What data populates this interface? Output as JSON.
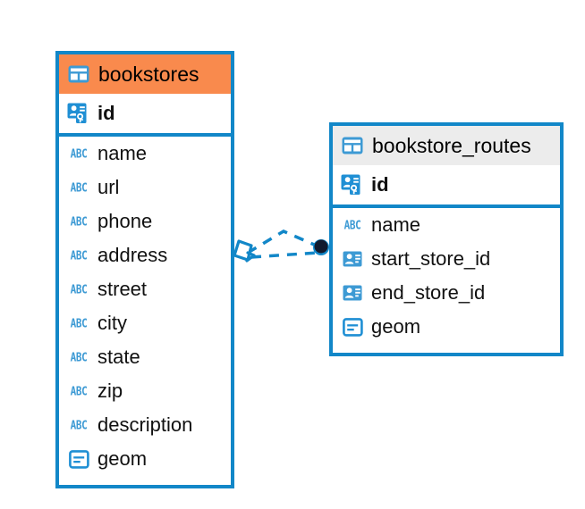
{
  "diagram": {
    "type": "entity-relationship-diagram",
    "background_color": "#ffffff",
    "border_color": "#1287c8",
    "accent_color": "#f98a4d",
    "neutral_header_color": "#ececec",
    "icon_color": "#3d9ad4",
    "connector_color": "#1287c8",
    "connector_endpoint_color": "#111a2e"
  },
  "entities": [
    {
      "name": "bookstores",
      "header_style": "accent",
      "table_icon": "table-icon",
      "primary_keys": [
        {
          "label": "id",
          "icon": "primary-key-icon",
          "bold": true
        }
      ],
      "fields": [
        {
          "label": "name",
          "icon": "text-type-icon",
          "icon_text": "ABC"
        },
        {
          "label": "url",
          "icon": "text-type-icon",
          "icon_text": "ABC"
        },
        {
          "label": "phone",
          "icon": "text-type-icon",
          "icon_text": "ABC"
        },
        {
          "label": "address",
          "icon": "text-type-icon",
          "icon_text": "ABC"
        },
        {
          "label": "street",
          "icon": "text-type-icon",
          "icon_text": "ABC"
        },
        {
          "label": "city",
          "icon": "text-type-icon",
          "icon_text": "ABC"
        },
        {
          "label": "state",
          "icon": "text-type-icon",
          "icon_text": "ABC"
        },
        {
          "label": "zip",
          "icon": "text-type-icon",
          "icon_text": "ABC"
        },
        {
          "label": "description",
          "icon": "text-type-icon",
          "icon_text": "ABC"
        },
        {
          "label": "geom",
          "icon": "geometry-type-icon"
        }
      ]
    },
    {
      "name": "bookstore_routes",
      "header_style": "neutral",
      "table_icon": "table-icon",
      "primary_keys": [
        {
          "label": "id",
          "icon": "primary-key-icon",
          "bold": true
        }
      ],
      "fields": [
        {
          "label": "name",
          "icon": "text-type-icon",
          "icon_text": "ABC"
        },
        {
          "label": "start_store_id",
          "icon": "foreign-key-icon"
        },
        {
          "label": "end_store_id",
          "icon": "foreign-key-icon"
        },
        {
          "label": "geom",
          "icon": "geometry-type-icon"
        }
      ]
    }
  ],
  "relationship": {
    "source_entity": "bookstores",
    "target_entity": "bookstore_routes",
    "source_marker": "crows-foot-diamond-marker",
    "target_marker": "filled-circle-marker",
    "line_style": "dashed"
  }
}
